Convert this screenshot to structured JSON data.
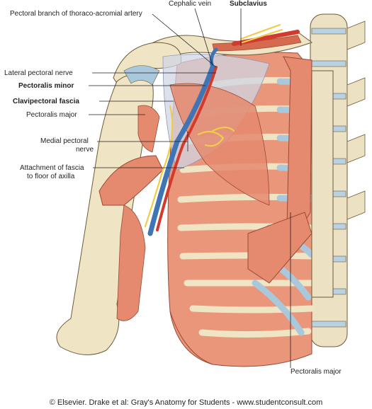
{
  "labels": {
    "pectoral_branch": "Pectoral branch of thoraco-acromial artery",
    "cephalic_vein": "Cephalic vein",
    "subclavius": "Subclavius",
    "lateral_pectoral_nerve": "Lateral pectoral nerve",
    "pectoralis_minor": "Pectoralis minor",
    "clavipectoral_fascia": "Clavipectoral fascia",
    "pectoralis_major_left": "Pectoralis major",
    "medial_pectoral_nerve_1": "Medial pectoral",
    "medial_pectoral_nerve_2": "nerve",
    "attachment_fascia_1": "Attachment of fascia",
    "attachment_fascia_2": "to floor of axilla",
    "pectoralis_major_right": "Pectoralis major"
  },
  "credit": "© Elsevier. Drake et al: Gray's Anatomy for Students - www.studentconsult.com",
  "colors": {
    "bone": "#efe4c4",
    "bone_outline": "#6b5a3a",
    "muscle": "#e58a6e",
    "muscle_dark": "#c9583f",
    "cartilage": "#a9c8dc",
    "fascia": "#cfd6e6",
    "vein": "#3f74b5",
    "artery": "#d23a2e",
    "nerve": "#f0cc4a",
    "leader": "#231f20"
  }
}
